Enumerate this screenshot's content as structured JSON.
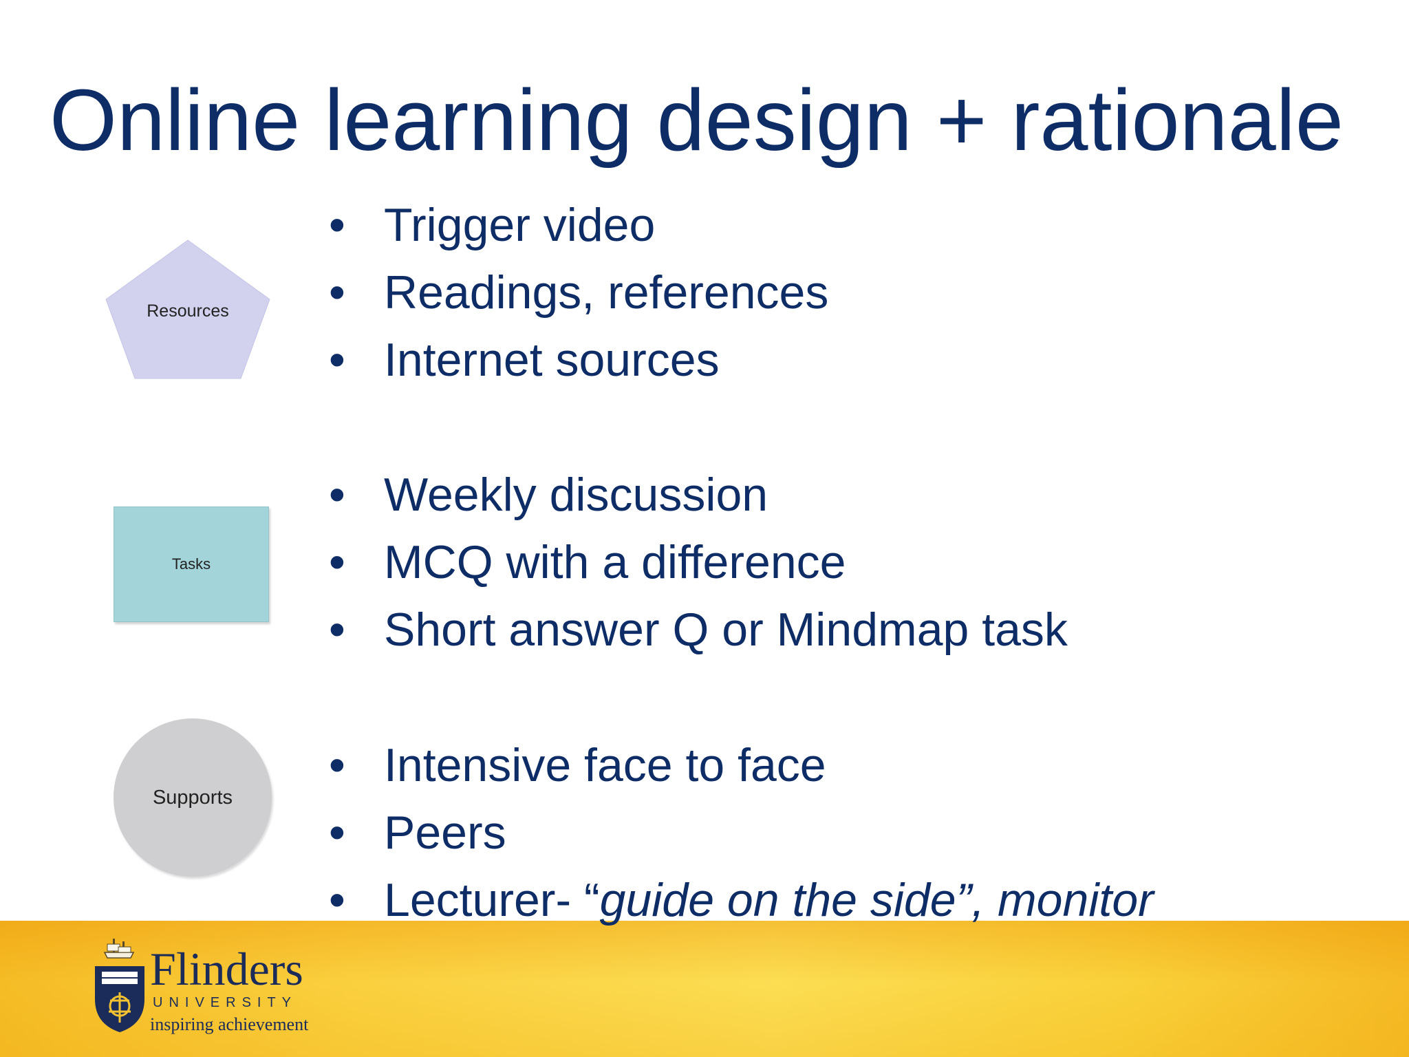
{
  "slide": {
    "title": "Online learning design + rationale",
    "bullet_char": "•",
    "groups": [
      {
        "shape_label": "Resources",
        "shape_color": "#d2d2ef",
        "items": [
          "Trigger video",
          "Readings, references",
          "Internet sources"
        ]
      },
      {
        "shape_label": "Tasks",
        "shape_color": "#a3d4d9",
        "items": [
          "Weekly discussion",
          "MCQ with a difference",
          "Short answer Q or Mindmap task"
        ]
      },
      {
        "shape_label": "Supports",
        "shape_color": "#cfcfd1",
        "items": [
          "Intensive face to face",
          "Peers"
        ],
        "last_item": {
          "prefix": "Lecturer- “",
          "italic": "guide on the side”, monitor"
        }
      }
    ]
  },
  "footer": {
    "logo_name": "Flinders",
    "logo_subtitle": "UNIVERSITY",
    "logo_tagline": "inspiring achievement",
    "text_color": "#0e2d66",
    "band_color": "#f9cc3a"
  }
}
